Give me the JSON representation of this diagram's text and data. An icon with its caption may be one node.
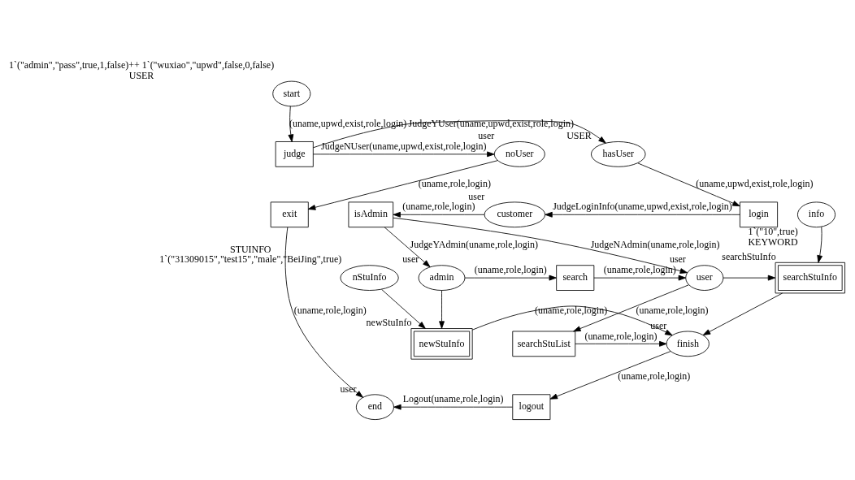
{
  "diagram": {
    "nodes": [
      {
        "text": [
          "start"
        ],
        "beside": [
          "1`(\"admin\",\"pass\",true,1,false)++ 1`(\"wuxiao\",\"upwd\",false,0,false)",
          "USER"
        ]
      },
      {
        "text": [
          "judge"
        ]
      },
      {
        "text": [
          "noUser"
        ],
        "beside": [
          "user"
        ]
      },
      {
        "text": [
          "hasUser"
        ],
        "beside": [
          "USER"
        ]
      },
      {
        "text": [
          "exit"
        ]
      },
      {
        "text": [
          "login"
        ]
      },
      {
        "text": [
          "customer"
        ],
        "beside": [
          "user"
        ]
      },
      {
        "text": [
          "isAdmin"
        ]
      },
      {
        "text": [
          "info"
        ],
        "beside": [
          "1`(\"10\",true)",
          "KEYWORD"
        ]
      },
      {
        "text": [
          "admin"
        ],
        "beside": [
          "user"
        ]
      },
      {
        "text": [
          "search"
        ]
      },
      {
        "text": [
          "user"
        ],
        "beside": [
          "user"
        ]
      },
      {
        "text": [
          "searchStuInfo"
        ],
        "beside": [
          "searchStuInfo"
        ]
      },
      {
        "text": [
          "searchStuList"
        ]
      },
      {
        "text": [
          "newStuInfo"
        ],
        "beside": [
          "newStuInfo"
        ]
      },
      {
        "text": [
          "finish"
        ],
        "beside": [
          "user"
        ]
      },
      {
        "text": [
          "nStuInfo"
        ],
        "beside": [
          "STUINFO",
          "1`(\"31309015\",\"test15\",\"male\",\"BeiJing\",true)"
        ]
      },
      {
        "text": [
          "logout"
        ]
      },
      {
        "text": [
          "end"
        ],
        "beside": [
          "user"
        ]
      }
    ],
    "edges": [
      {
        "from": 0,
        "to": 1,
        "arrow": "to",
        "label": "(uname,upwd,exist,role,login)"
      },
      {
        "from": 1,
        "to": 2,
        "arrow": "to",
        "label": "JudgeNUser(uname,upwd,exist,role,login)"
      },
      {
        "from": 1,
        "to": 3,
        "arrow": "to",
        "label": "JudgeYUser(uname,upwd,exist,role,login)"
      },
      {
        "from": 2,
        "to": 4,
        "arrow": "to",
        "label": "(uname,role,login)"
      },
      {
        "from": 3,
        "to": 5,
        "arrow": "to",
        "label": "(uname,upwd,exist,role,login)"
      },
      {
        "from": 5,
        "to": 6,
        "arrow": "to",
        "label": "JudgeLoginInfo(uname,upwd,exist,role,login)"
      },
      {
        "from": 6,
        "to": 7,
        "arrow": "to",
        "label": "(uname,role,login)"
      },
      {
        "from": 7,
        "to": 11,
        "arrow": "to",
        "label": "JudgeNAdmin(uname,role,login)"
      },
      {
        "from": 7,
        "to": 9,
        "arrow": "to",
        "label": "JudgeYAdmin(uname,role,login)"
      },
      {
        "from": 9,
        "to": 10,
        "arrow": "to",
        "label": "(uname,role,login)"
      },
      {
        "from": 10,
        "to": 11,
        "arrow": "to",
        "label": "(uname,role,login)"
      },
      {
        "from": 11,
        "to": 12,
        "arrow": "to"
      },
      {
        "from": 8,
        "to": 12,
        "arrow": "to"
      },
      {
        "from": 11,
        "to": 13,
        "arrow": "to",
        "label": "(uname,role,login)"
      },
      {
        "from": 9,
        "to": 14,
        "arrow": "to"
      },
      {
        "from": 16,
        "to": 14,
        "arrow": "to"
      },
      {
        "from": 13,
        "to": 15,
        "arrow": "to",
        "label": "(uname,role,login)"
      },
      {
        "from": 12,
        "to": 15,
        "arrow": "to"
      },
      {
        "from": 14,
        "to": 15,
        "arrow": "to",
        "label": "(uname,role,login)"
      },
      {
        "from": 15,
        "to": 17,
        "arrow": "to",
        "label": "(uname,role,login)"
      },
      {
        "from": 4,
        "to": 18,
        "arrow": "to",
        "label": "(uname,role,login)"
      },
      {
        "from": 17,
        "to": 18,
        "arrow": "to",
        "label": "Logout(uname,role,login)"
      }
    ]
  }
}
